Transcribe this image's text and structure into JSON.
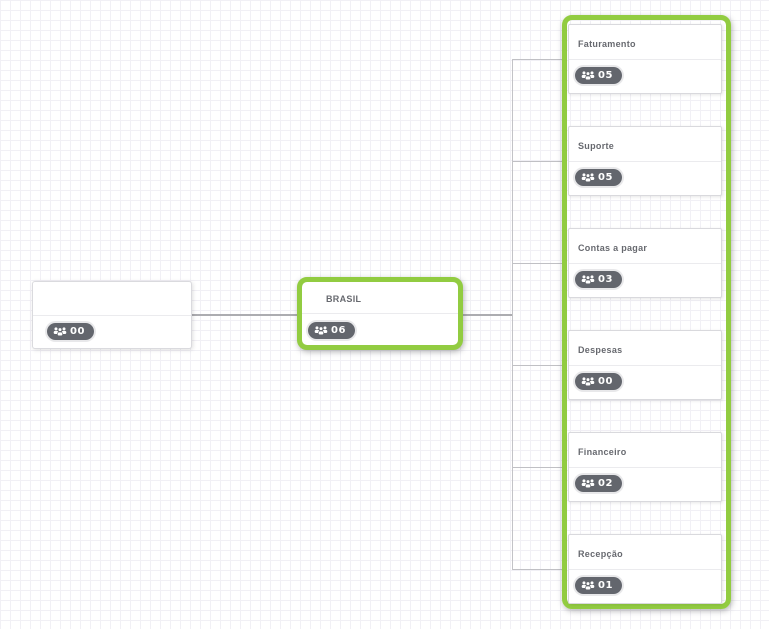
{
  "org": {
    "type": "org-chart",
    "colors": {
      "highlight_green": "#92cc41",
      "badge_bg": "#63666d",
      "grid_line": "#f1f0f5",
      "connector": "#acacb0"
    },
    "icons": {
      "member_badge": "users-group-icon"
    },
    "root": {
      "title": "",
      "member_count": "00"
    },
    "parent": {
      "title": "BRASIL",
      "member_count": "06",
      "highlighted": true
    },
    "children": [
      {
        "title": "Faturamento",
        "member_count": "05"
      },
      {
        "title": "Suporte",
        "member_count": "05"
      },
      {
        "title": "Contas a pagar",
        "member_count": "03"
      },
      {
        "title": "Despesas",
        "member_count": "00"
      },
      {
        "title": "Financeiro",
        "member_count": "02"
      },
      {
        "title": "Recepção",
        "member_count": "01"
      }
    ]
  }
}
